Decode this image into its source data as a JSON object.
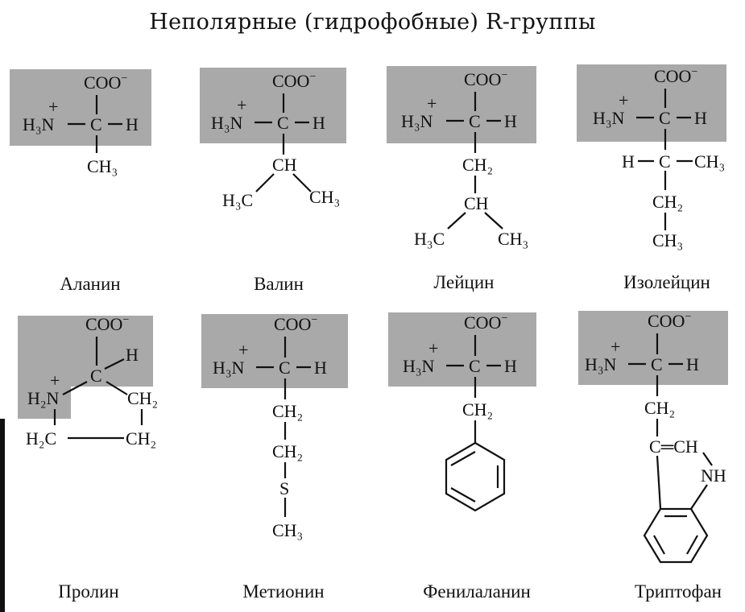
{
  "title": "Неполярные (гидрофобные) R-группы",
  "colors": {
    "shade": "#a9a9a9",
    "ink": "#111111"
  },
  "amino_acids": [
    {
      "name": "Аланин"
    },
    {
      "name": "Валин"
    },
    {
      "name": "Лейцин"
    },
    {
      "name": "Изолейцин"
    },
    {
      "name": "Пролин"
    },
    {
      "name": "Метионин"
    },
    {
      "name": "Фенилаланин"
    },
    {
      "name": "Триптофан"
    }
  ],
  "labels": {
    "coo": "COO",
    "minus": "−",
    "plus": "+",
    "h": "H",
    "c": "C",
    "ch": "CH",
    "ch2": "CH₂",
    "ch3": "CH₃",
    "h3c": "H₃C",
    "h3n": "H₃N",
    "h2n": "H₂N",
    "h2c": "H₂C",
    "s": "S",
    "nh": "NH",
    "c_dbl": "C═CH"
  }
}
